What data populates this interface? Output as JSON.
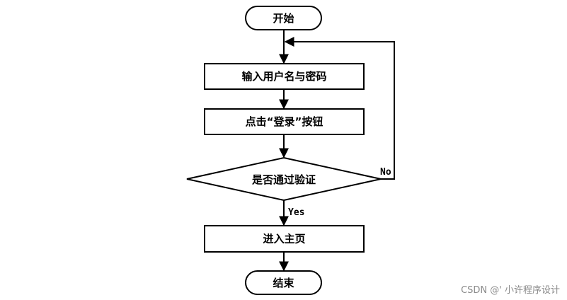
{
  "flowchart": {
    "nodes": {
      "start": "开始",
      "input": "输入用户名与密码",
      "click": "点击“登录”按钮",
      "decision": "是否通过验证",
      "home": "进入主页",
      "end": "结束"
    },
    "edges": {
      "no": "No",
      "yes": "Yes"
    }
  },
  "watermark": {
    "text": "CSDN @' 小许程序设计"
  }
}
